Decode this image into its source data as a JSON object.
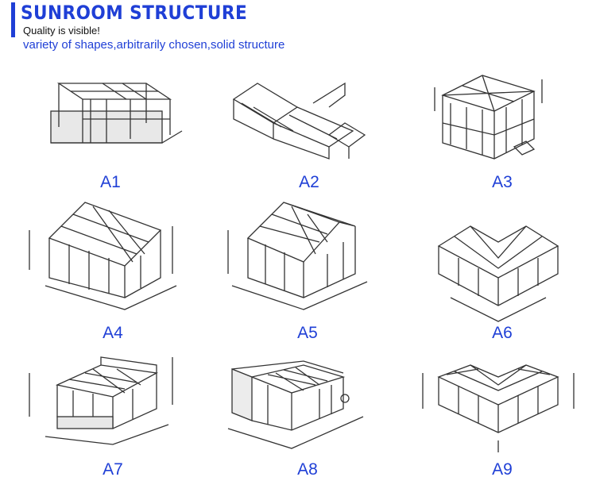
{
  "header": {
    "title": "SUNROOM STRUCTURE",
    "subtitle_line1": "Quality is visible!",
    "subtitle_line2": "variety of shapes,arbitrarily chosen,solid structure",
    "accent_color": "#1f3fd6"
  },
  "items": [
    {
      "label": "A1",
      "icon": "sunroom-flat-roof"
    },
    {
      "label": "A2",
      "icon": "sunroom-long-gable"
    },
    {
      "label": "A3",
      "icon": "sunroom-pavilion"
    },
    {
      "label": "A4",
      "icon": "sunroom-lean-to"
    },
    {
      "label": "A5",
      "icon": "sunroom-gable"
    },
    {
      "label": "A6",
      "icon": "sunroom-l-shape-hip"
    },
    {
      "label": "A7",
      "icon": "sunroom-lean-to-wall"
    },
    {
      "label": "A8",
      "icon": "sunroom-corner-wall"
    },
    {
      "label": "A9",
      "icon": "sunroom-l-shape-flat"
    }
  ]
}
